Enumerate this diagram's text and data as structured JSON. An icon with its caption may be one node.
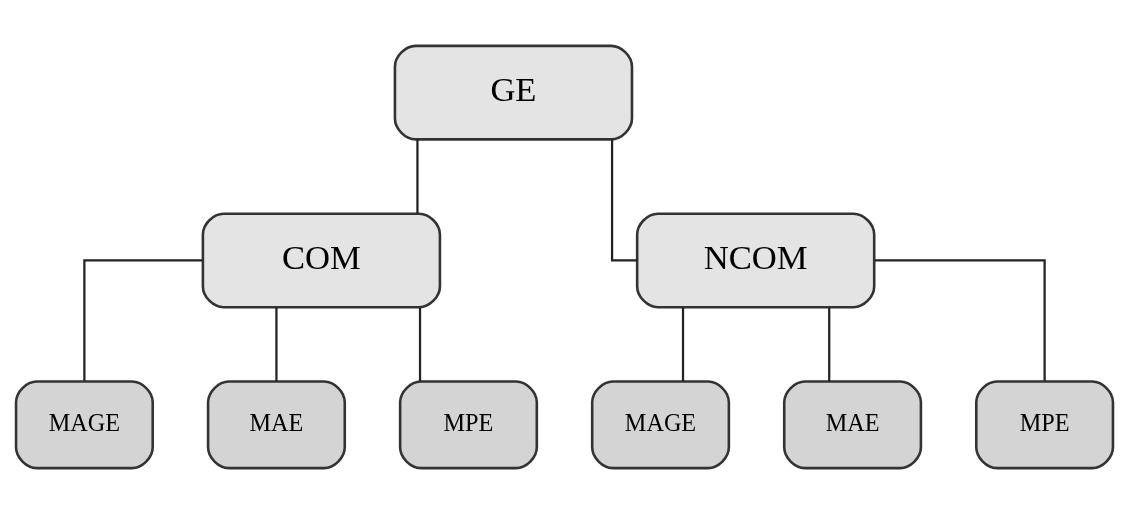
{
  "diagram": {
    "nodes": [
      {
        "text": [
          "GE"
        ]
      },
      {
        "text": [
          "COM"
        ]
      },
      {
        "text": [
          "NCOM"
        ]
      },
      {
        "text": [
          "MAGE"
        ]
      },
      {
        "text": [
          "MAE"
        ]
      },
      {
        "text": [
          "MPE"
        ]
      },
      {
        "text": [
          "MAGE"
        ]
      },
      {
        "text": [
          "MAE"
        ]
      },
      {
        "text": [
          "MPE"
        ]
      }
    ],
    "edges": [
      {
        "from": 0,
        "to": 1,
        "arrow": "none"
      },
      {
        "from": 0,
        "to": 2,
        "arrow": "none"
      },
      {
        "from": 1,
        "to": 3,
        "arrow": "none"
      },
      {
        "from": 1,
        "to": 4,
        "arrow": "none"
      },
      {
        "from": 1,
        "to": 5,
        "arrow": "none"
      },
      {
        "from": 2,
        "to": 6,
        "arrow": "none"
      },
      {
        "from": 2,
        "to": 7,
        "arrow": "none"
      },
      {
        "from": 2,
        "to": 8,
        "arrow": "none"
      }
    ]
  }
}
